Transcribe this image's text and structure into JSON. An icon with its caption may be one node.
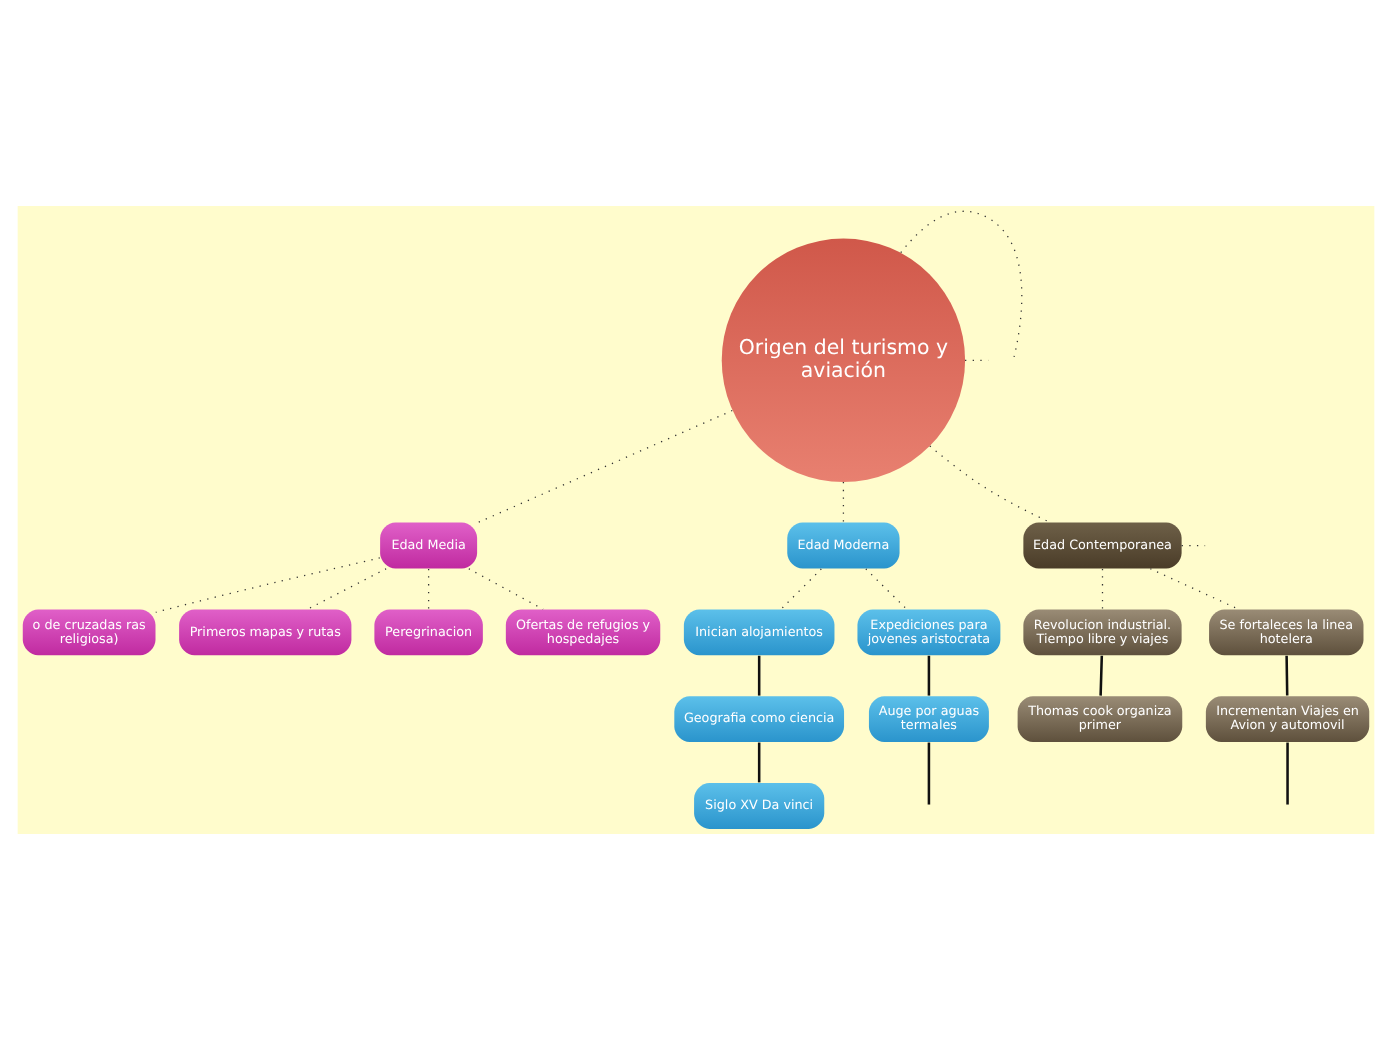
{
  "diagram": {
    "nodes": [
      {
        "text": [
          "Origen del turismo y aviación"
        ]
      },
      {
        "text": [
          "Edad Media"
        ]
      },
      {
        "text": [
          "Edad Moderna"
        ]
      },
      {
        "text": [
          "Edad Contemporanea"
        ]
      },
      {
        "text": [
          "o de cruzadas ras religiosa)"
        ]
      },
      {
        "text": [
          "Primeros mapas y rutas"
        ]
      },
      {
        "text": [
          "Peregrinacion"
        ]
      },
      {
        "text": [
          "Ofertas de refugios y hospedajes"
        ]
      },
      {
        "text": [
          "Inician alojamientos"
        ]
      },
      {
        "text": [
          "Expediciones para jovenes aristocrata"
        ]
      },
      {
        "text": [
          "Geografia como ciencia"
        ]
      },
      {
        "text": [
          "Auge por aguas termales"
        ]
      },
      {
        "text": [
          "Siglo XV Da vinci"
        ]
      },
      {
        "text": [
          "Revolucion industrial. Tiempo libre y viajes"
        ]
      },
      {
        "text": [
          "Se fortaleces la linea hotelera"
        ]
      },
      {
        "text": [
          "Thomas cook organiza primer"
        ]
      },
      {
        "text": [
          "Incrementan Viajes en Avion y automovil"
        ]
      }
    ],
    "edges": [
      {
        "from": 0,
        "to": null,
        "arrow": "none",
        "style": "dashed"
      },
      {
        "from": 0,
        "to": 1,
        "arrow": "none",
        "style": "dashed"
      },
      {
        "from": 0,
        "to": 2,
        "arrow": "none",
        "style": "dashed"
      },
      {
        "from": 0,
        "to": 3,
        "arrow": "none",
        "style": "dashed"
      },
      {
        "from": 0,
        "to": null,
        "arrow": "none",
        "style": "dashed"
      },
      {
        "from": 1,
        "to": 4,
        "arrow": "none",
        "style": "dashed"
      },
      {
        "from": 1,
        "to": 5,
        "arrow": "none",
        "style": "dashed"
      },
      {
        "from": 1,
        "to": 6,
        "arrow": "none",
        "style": "dashed"
      },
      {
        "from": 1,
        "to": 7,
        "arrow": "none",
        "style": "dashed"
      },
      {
        "from": 2,
        "to": 8,
        "arrow": "none",
        "style": "dashed"
      },
      {
        "from": 2,
        "to": 9,
        "arrow": "none",
        "style": "dashed"
      },
      {
        "from": 8,
        "to": 10,
        "arrow": "none"
      },
      {
        "from": 9,
        "to": 11,
        "arrow": "none"
      },
      {
        "from": 10,
        "to": 12,
        "arrow": "none"
      },
      {
        "from": 11,
        "to": null,
        "arrow": "none"
      },
      {
        "from": 3,
        "to": 13,
        "arrow": "none",
        "style": "dashed"
      },
      {
        "from": 3,
        "to": 14,
        "arrow": "none",
        "style": "dashed"
      },
      {
        "from": 3,
        "to": null,
        "arrow": "none",
        "style": "dashed"
      },
      {
        "from": 13,
        "to": 15,
        "arrow": "none"
      },
      {
        "from": 14,
        "to": 16,
        "arrow": "none"
      },
      {
        "from": 16,
        "to": null,
        "arrow": "none"
      }
    ]
  }
}
